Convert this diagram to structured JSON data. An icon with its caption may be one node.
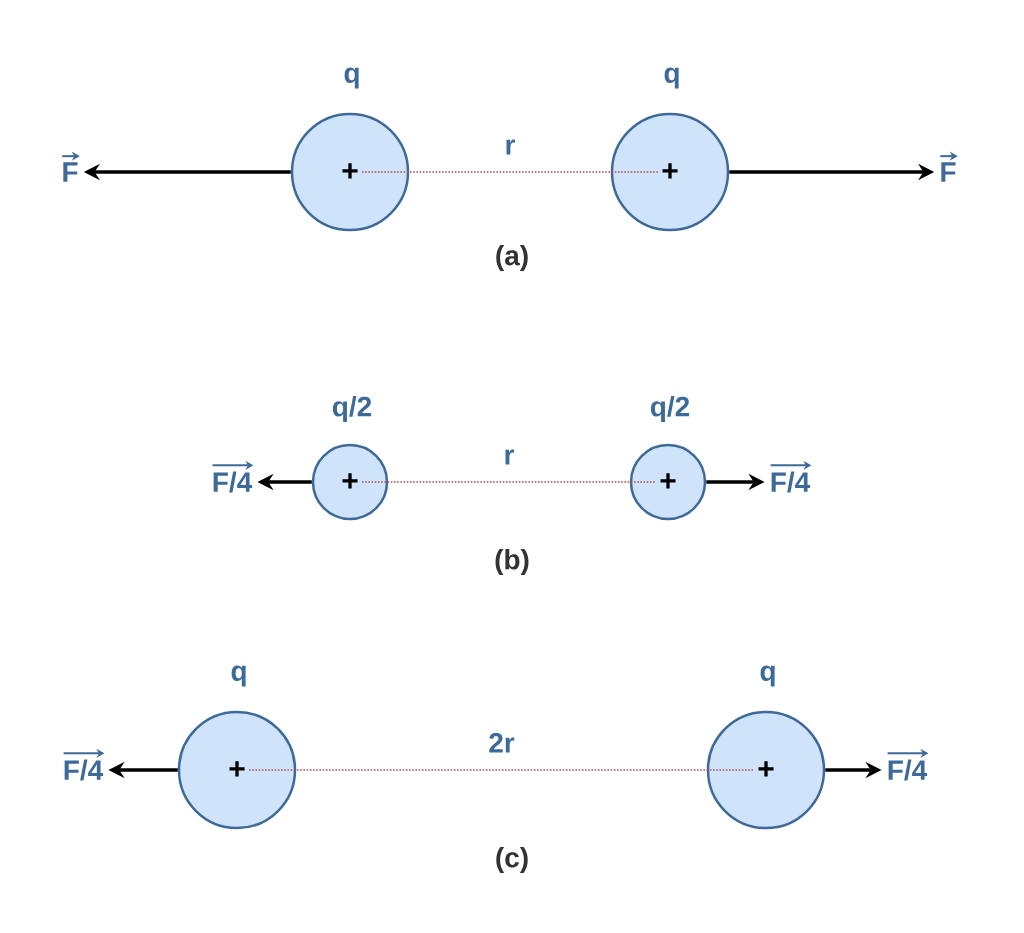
{
  "diagram": {
    "nodes": [
      {
        "text": [
          "F"
        ]
      },
      {
        "text": [
          "q",
          "+"
        ]
      },
      {
        "text": [
          "q",
          "+"
        ]
      },
      {
        "text": [
          "F"
        ]
      },
      {
        "text": [
          "F/4"
        ]
      },
      {
        "text": [
          "q/2",
          "+"
        ]
      },
      {
        "text": [
          "q/2",
          "+"
        ]
      },
      {
        "text": [
          "F/4"
        ]
      },
      {
        "text": [
          "F/4"
        ]
      },
      {
        "text": [
          "q",
          "+"
        ]
      },
      {
        "text": [
          "q",
          "+"
        ]
      },
      {
        "text": [
          "F/4"
        ]
      }
    ],
    "edges": [
      {
        "from": 1,
        "to": 0,
        "arrow": "to"
      },
      {
        "from": 1,
        "to": 2,
        "arrow": "none",
        "label": "r",
        "style": "dashed",
        "color": "#b5495b"
      },
      {
        "from": 2,
        "to": 3,
        "arrow": "to"
      },
      {
        "from": 5,
        "to": 4,
        "arrow": "to"
      },
      {
        "from": 5,
        "to": 6,
        "arrow": "none",
        "label": "r",
        "style": "dashed",
        "color": "#b5495b"
      },
      {
        "from": 6,
        "to": 7,
        "arrow": "to"
      },
      {
        "from": 9,
        "to": 8,
        "arrow": "to"
      },
      {
        "from": 9,
        "to": 10,
        "arrow": "none",
        "label": "2r",
        "style": "dashed",
        "color": "#b5495b"
      },
      {
        "from": 10,
        "to": 11,
        "arrow": "to"
      }
    ],
    "labels": [
      "(a)",
      "(b)",
      "(c)"
    ]
  }
}
